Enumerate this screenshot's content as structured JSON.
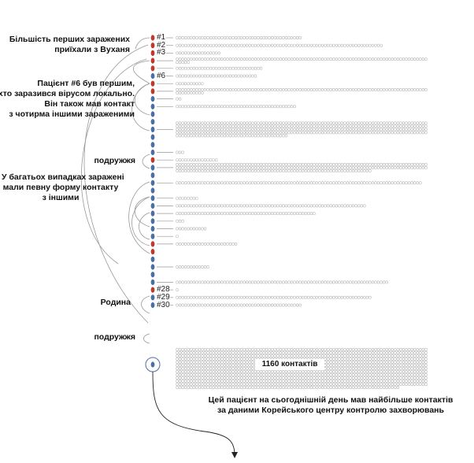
{
  "annotations": {
    "first_cases": [
      "Більшість перших заражених",
      "приїхали з Вуханя"
    ],
    "patient6": [
      "Пацієнт #6 був першим,",
      "хто заразився вірусом локально.",
      "Він також мав контакт",
      "з чотирма іншими зараженими"
    ],
    "many_cases": [
      "У багатьох випадках заражені",
      "мали певну форму контакту",
      "з іншими"
    ],
    "spouses1": "подружжя",
    "family": "Родина",
    "spouses2": "подружжя",
    "contacts_1160": "1160 контактів",
    "top_patient": [
      "Цей пацієнт на сьогоднішній день мав найбільше контактів",
      "за даними Корейського центру контролю захворювань"
    ]
  },
  "patient_labels": {
    "p1": "#1",
    "p2": "#2",
    "p3": "#3",
    "p6": "#6",
    "p28": "#28",
    "p29": "#29",
    "p30": "#30"
  },
  "colors": {
    "imported": "#c0392b",
    "local": "#4a6fa5",
    "contact": "#b8b8b8",
    "line": "#999999"
  },
  "patients": [
    {
      "origin": "imported",
      "label": "#1",
      "contacts": 45
    },
    {
      "origin": "imported",
      "label": "#2",
      "contacts": 74
    },
    {
      "origin": "imported",
      "label": "#3",
      "contacts": 16
    },
    {
      "origin": "imported",
      "label": "",
      "contacts": 95
    },
    {
      "origin": "imported",
      "label": "",
      "contacts": 31
    },
    {
      "origin": "local",
      "label": "#6",
      "contacts": 29
    },
    {
      "origin": "imported",
      "label": "",
      "contacts": 10
    },
    {
      "origin": "imported",
      "label": "",
      "contacts": 100
    },
    {
      "origin": "local",
      "label": "",
      "contacts": 2
    },
    {
      "origin": "local",
      "label": "",
      "contacts": 43
    },
    {
      "origin": "local",
      "label": "",
      "contacts": 0
    },
    {
      "origin": "local",
      "label": "",
      "contacts": 0
    },
    {
      "origin": "local",
      "label": "",
      "contacts": 400
    },
    {
      "origin": "local",
      "label": "",
      "contacts": 0
    },
    {
      "origin": "local",
      "label": "",
      "contacts": 0
    },
    {
      "origin": "local",
      "label": "",
      "contacts": 3
    },
    {
      "origin": "imported",
      "label": "",
      "contacts": 15
    },
    {
      "origin": "local",
      "label": "",
      "contacts": 250
    },
    {
      "origin": "local",
      "label": "",
      "contacts": 0
    },
    {
      "origin": "local",
      "label": "",
      "contacts": 88
    },
    {
      "origin": "local",
      "label": "",
      "contacts": 0
    },
    {
      "origin": "local",
      "label": "",
      "contacts": 8
    },
    {
      "origin": "local",
      "label": "",
      "contacts": 68
    },
    {
      "origin": "local",
      "label": "",
      "contacts": 50
    },
    {
      "origin": "local",
      "label": "",
      "contacts": 3
    },
    {
      "origin": "local",
      "label": "",
      "contacts": 11
    },
    {
      "origin": "local",
      "label": "",
      "contacts": 1
    },
    {
      "origin": "imported",
      "label": "",
      "contacts": 22
    },
    {
      "origin": "imported",
      "label": "",
      "contacts": 0
    },
    {
      "origin": "local",
      "label": "",
      "contacts": 0
    },
    {
      "origin": "local",
      "label": "",
      "contacts": 12
    },
    {
      "origin": "local",
      "label": "",
      "contacts": 0
    },
    {
      "origin": "local",
      "label": "",
      "contacts": 76
    },
    {
      "origin": "imported",
      "label": "#28",
      "contacts": 1
    },
    {
      "origin": "local",
      "label": "#29",
      "contacts": 70
    },
    {
      "origin": "local",
      "label": "#30",
      "contacts": 45
    },
    {
      "origin": "local",
      "label": "",
      "contacts": 1160
    }
  ]
}
